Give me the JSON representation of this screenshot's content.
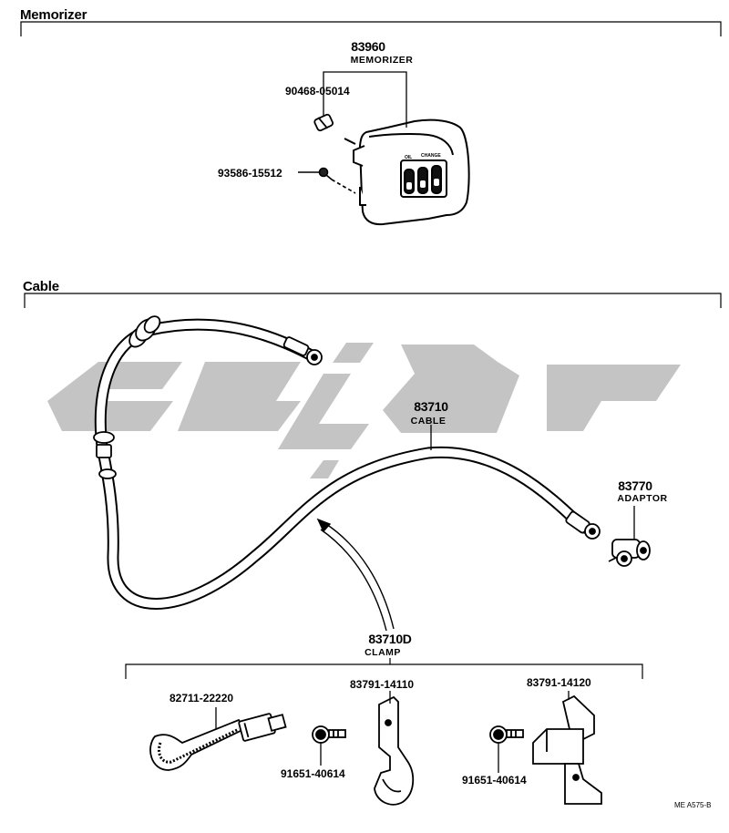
{
  "sections": {
    "memorizer": "Memorizer",
    "cable": "Cable"
  },
  "parts": {
    "p83960": {
      "number": "83960",
      "name": "MEMORIZER"
    },
    "p90468": {
      "number": "90468-05014"
    },
    "p93586": {
      "number": "93586-15512"
    },
    "p83710": {
      "number": "83710",
      "name": "CABLE"
    },
    "p83770": {
      "number": "83770",
      "name": "ADAPTOR"
    },
    "p83710D": {
      "number": "83710D",
      "name": "CLAMP"
    },
    "p82711": {
      "number": "82711-22220"
    },
    "p83791a": {
      "number": "83791-14110"
    },
    "p83791b": {
      "number": "83791-14120"
    },
    "p91651a": {
      "number": "91651-40614"
    },
    "p91651b": {
      "number": "91651-40614"
    }
  },
  "memorizer_face": {
    "left": "OIL",
    "right": "CHANGE"
  },
  "diagram_code": "ME  A575-B",
  "colors": {
    "ink": "#000000",
    "watermark": "#c4c4c4",
    "background": "#ffffff"
  }
}
